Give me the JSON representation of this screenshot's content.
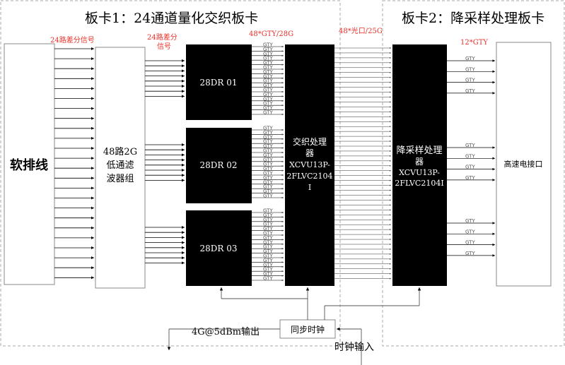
{
  "board1": {
    "title": "板卡1：24通道量化交织板卡"
  },
  "board2": {
    "title": "板卡2：降采样处理板卡"
  },
  "labels": {
    "diff24_a": "24路差分信号",
    "diff24_b_line1": "24路差分",
    "diff24_b_line2": "信号",
    "gty48_28g": "48*GTY/28G",
    "optical48": "48*光口/25G",
    "gty12": "12*GTY",
    "gty_tag": "GTY",
    "out_4g": "4G@5dBm输出",
    "clock_in": "时钟输入"
  },
  "blocks": {
    "ribbon": "软排线",
    "filter_line1": "48路2G",
    "filter_line2": "低通滤",
    "filter_line3": "波器组",
    "dr1": "28DR 01",
    "dr2": "28DR 02",
    "dr3": "28DR 03",
    "interleave_line1": "交织处理",
    "interleave_line2": "器",
    "interleave_line3": "XCVU13P-",
    "interleave_line4": "2FLVC2104",
    "interleave_line5": "I",
    "downsample_line1": "降采样处理",
    "downsample_line2": "器",
    "downsample_line3": "XCVU13P-",
    "downsample_line4": "2FLVC2104I",
    "hs_connector": "高速电接口",
    "sync_clock": "同步时钟"
  },
  "colors": {
    "accent_red": "#e8312a",
    "ink": "#000000",
    "border_dash": "#aaaaaa"
  }
}
